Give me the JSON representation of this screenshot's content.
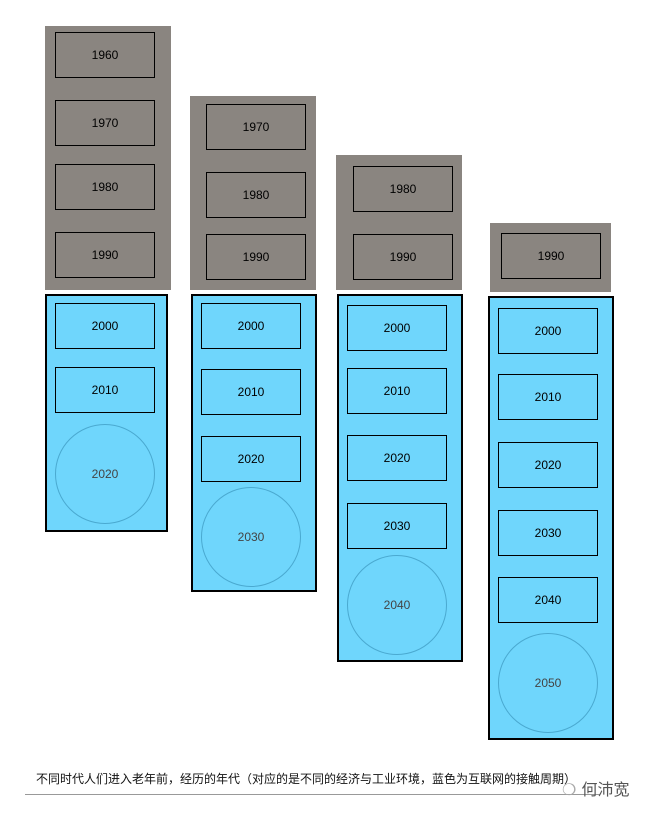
{
  "columns": [
    {
      "gray": [
        "1960",
        "1970",
        "1980",
        "1990"
      ],
      "blue": [
        "2000",
        "2010"
      ],
      "current": "2020"
    },
    {
      "gray": [
        "1970",
        "1980",
        "1990"
      ],
      "blue": [
        "2000",
        "2010",
        "2020"
      ],
      "current": "2030"
    },
    {
      "gray": [
        "1980",
        "1990"
      ],
      "blue": [
        "2000",
        "2010",
        "2020",
        "2030"
      ],
      "current": "2040"
    },
    {
      "gray": [
        "1990"
      ],
      "blue": [
        "2000",
        "2010",
        "2020",
        "2030",
        "2040"
      ],
      "current": "2050"
    }
  ],
  "colors": {
    "pre_internet": "#8a8580",
    "internet": "#6fd6fc"
  },
  "caption": "不同时代人们进入老年前，经历的年代（对应的是不同的经济与工业环境，蓝色为互联网的接触周期）",
  "watermark": "何沛宽"
}
